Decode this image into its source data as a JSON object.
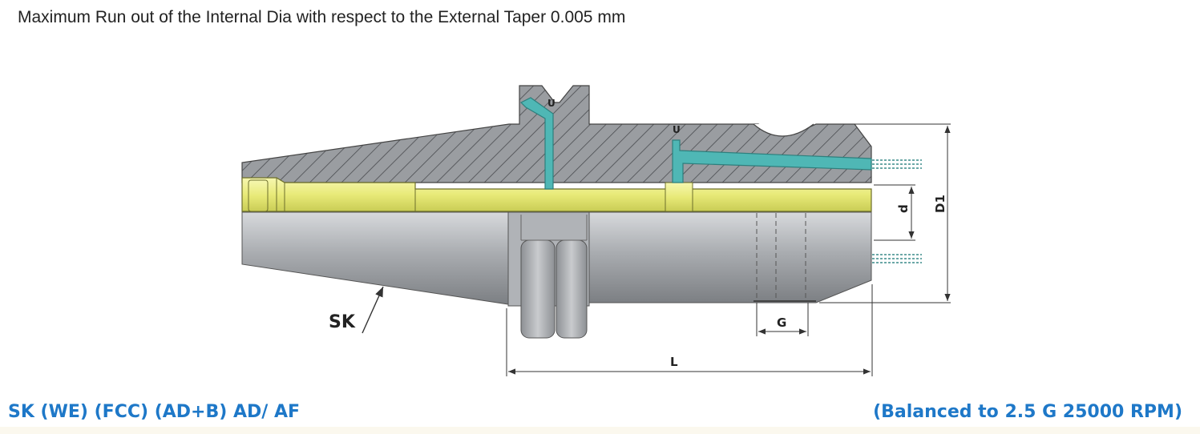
{
  "caption": "Maximum Run out of the Internal Dia with respect to the External Taper 0.005 mm",
  "diagram": {
    "labels": {
      "sk": "SK",
      "d": "d",
      "d1": "D1",
      "g": "G",
      "l": "L",
      "u1": "U",
      "u2": "U"
    },
    "colors": {
      "body_hatch": "#8a8d91",
      "body_gray": "#b5b8bc",
      "bore_yellow": "#eef08a",
      "coolant_teal": "#4fb7b5",
      "dimension_line": "#333333"
    }
  },
  "footer": {
    "model": "SK (WE) (FCC) (AD+B) AD/ AF",
    "balance": "(Balanced to 2.5 G 25000 RPM)"
  }
}
